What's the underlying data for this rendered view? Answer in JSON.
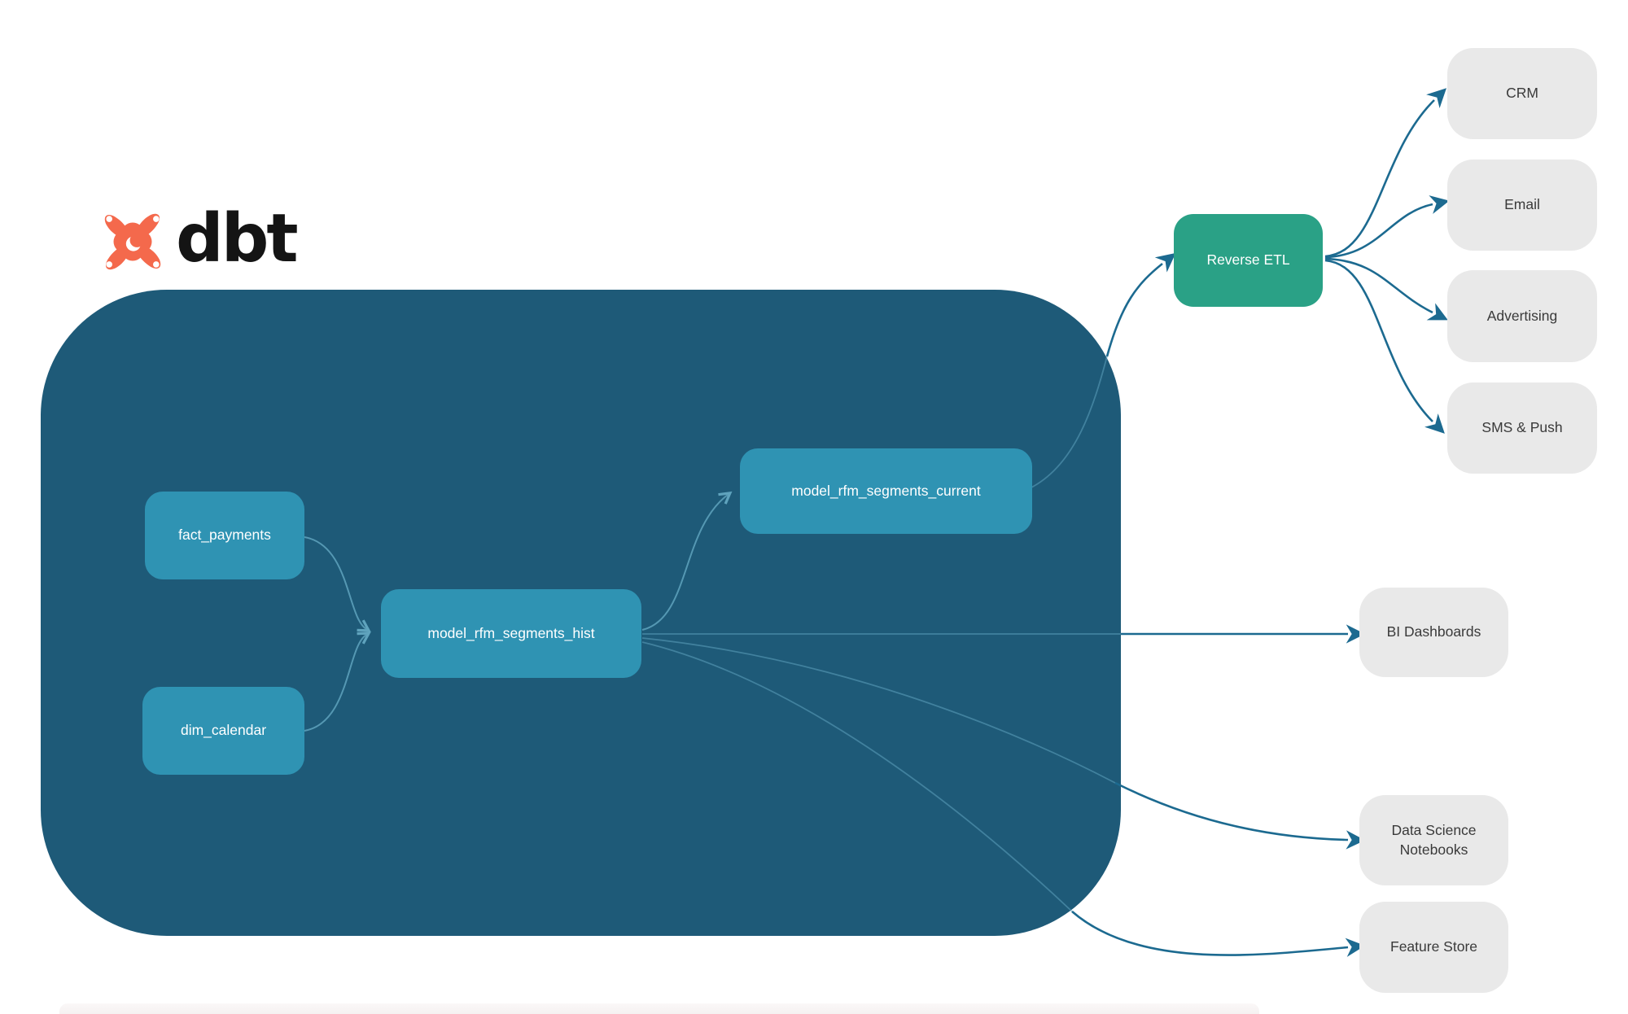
{
  "brand": {
    "wordmark": "dbt"
  },
  "colors": {
    "warehouse-bg": "#1E5A78",
    "node-teal": "#2F93B3",
    "node-green": "#2AA186",
    "node-gray": "#E9E9E9",
    "node-gray-text": "#3A3A3A",
    "arrow-dark": "#1C6A90",
    "arrow-light": "#5FA3BD",
    "logo-orange": "#F4694C",
    "logo-text": "#141414"
  },
  "warehouse": {
    "nodes": [
      {
        "label": "fact_payments"
      },
      {
        "label": "dim_calendar"
      },
      {
        "label": "model_rfm_segments_hist"
      },
      {
        "label": "model_rfm_segments_current"
      }
    ]
  },
  "reverse_etl": {
    "label": "Reverse ETL"
  },
  "destinations": [
    {
      "label": "CRM"
    },
    {
      "label": "Email"
    },
    {
      "label": "Advertising"
    },
    {
      "label": "SMS & Push"
    }
  ],
  "outputs": [
    {
      "label": "BI Dashboards"
    },
    {
      "label": "Data Science Notebooks"
    },
    {
      "label": "Feature Store"
    }
  ]
}
